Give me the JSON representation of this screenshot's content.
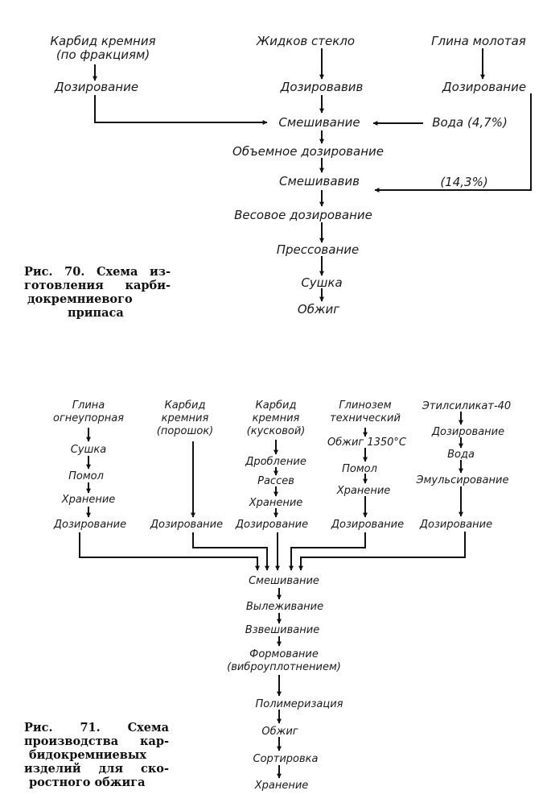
{
  "fig70": {
    "nodes": {
      "sic_fractions_1": "Карбид кремния",
      "sic_fractions_2": "(по фракциям)",
      "dosing_left": "Дозирование",
      "liquid_glass": "Жидков стекло",
      "dosing_center": "Дозировавив",
      "ground_clay": "Глина молотая",
      "dosing_right": "Дозирование",
      "mixing_1": "Смешивание",
      "water": "Вода (4,7%)",
      "volumetric_dosing": "Объемное дозирование",
      "mixing_2": "Смешивавив",
      "pct_14": "(14,3%)",
      "weight_dosing": "Весовое дозирование",
      "pressing": "Прессование",
      "drying": "Сушка",
      "firing": "Обжиг"
    },
    "caption": {
      "line1_a": "Рис.",
      "line1_b": "70.",
      "line1_c": "Схема",
      "line1_d": "из-",
      "line2_a": "готовления",
      "line2_b": "карби-",
      "line3": "докремниевого",
      "line4": "припаса"
    }
  },
  "fig71": {
    "nodes": {
      "clay_1": "Глина",
      "clay_2": "огнеупорная",
      "clay_drying": "Сушка",
      "clay_grinding": "Помол",
      "clay_storage": "Хранение",
      "clay_dosing": "Дозирование",
      "sic_powder_1": "Карбид",
      "sic_powder_2": "кремния",
      "sic_powder_3": "(порошок)",
      "sic_powder_dosing": "Дозирование",
      "sic_lump_1": "Карбид",
      "sic_lump_2": "кремния",
      "sic_lump_3": "(кусковой)",
      "sic_crushing": "Дробление",
      "sic_sieving": "Рассев",
      "sic_storage": "Хранение",
      "sic_dosing": "Дозирование",
      "alumina_1": "Глинозем",
      "alumina_2": "технический",
      "alumina_firing": "Обжиг 1350°С",
      "alumina_grinding": "Помол",
      "alumina_storage": "Хранение",
      "alumina_dosing": "Дозирование",
      "ethylsilicate": "Этилсиликат-40",
      "ethyl_dosing": "Дозирование",
      "ethyl_water": "Вода",
      "ethyl_emulsification": "Эмульсирование",
      "ethyl_dosing_2": "Дозирование",
      "mixing": "Смешивание",
      "aging": "Вылеживание",
      "weighing": "Взвешивание",
      "forming_1": "Формование",
      "forming_2": "(виброуплотнением)",
      "polymerization": "Полимеризация",
      "firing": "Обжиг",
      "sorting": "Сортировка",
      "storage": "Хранение"
    },
    "caption": {
      "line1_a": "Рис.",
      "line1_b": "71.",
      "line1_c": "Схема",
      "line2": "производства кар-",
      "line3": "бидокремниевых",
      "line4": "изделий для ско-",
      "line5": "ростного обжига"
    }
  }
}
